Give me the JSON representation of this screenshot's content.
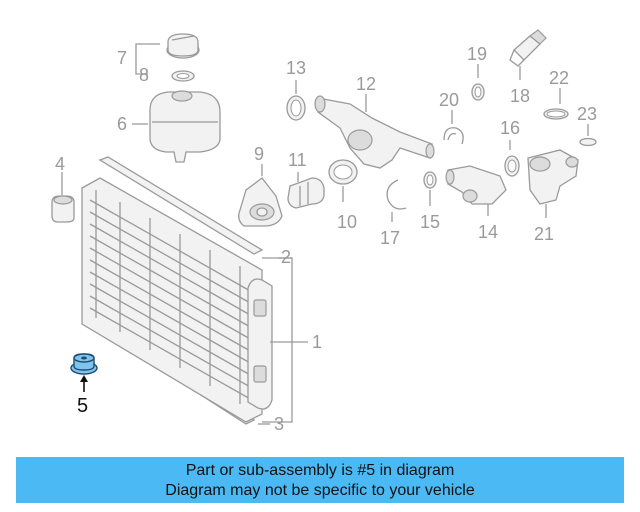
{
  "colors": {
    "banner_background": "#4bbaf4",
    "highlight_part": "#7fc4ee",
    "diagram_line": "#9a9a9a"
  },
  "diagram": {
    "highlighted_callout": "5",
    "callouts": {
      "c1": "1",
      "c2": "2",
      "c3": "3",
      "c4": "4",
      "c5": "5",
      "c6": "6",
      "c7": "7",
      "c8": "8",
      "c9": "9",
      "c10": "10",
      "c11": "11",
      "c12": "12",
      "c13": "13",
      "c14": "14",
      "c15": "15",
      "c16": "16",
      "c17": "17",
      "c18": "18",
      "c19": "19",
      "c20": "20",
      "c21": "21",
      "c22": "22",
      "c23": "23"
    }
  },
  "banner": {
    "line1": "Part or sub-assembly is #5 in diagram",
    "line2": "Diagram may not be specific to your vehicle"
  }
}
